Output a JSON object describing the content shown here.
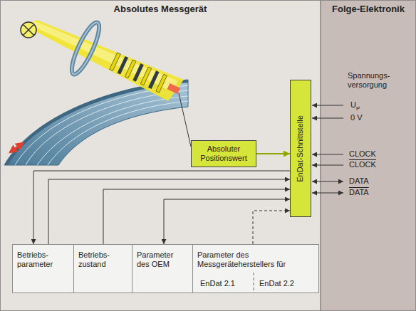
{
  "diagram": {
    "nodes": [
      {
        "text": [
          "Absolutes Messgerät"
        ]
      },
      {
        "text": [
          "Folge-Elektronik"
        ]
      },
      {
        "text": [
          "Absoluter Positionswert"
        ],
        "in": 0
      },
      {
        "text": [
          "EnDat-Schnittstelle"
        ],
        "in": 0
      },
      {
        "text": [
          "Betriebs- parameter"
        ],
        "in": 0
      },
      {
        "text": [
          "Betriebs- zustand"
        ],
        "in": 0
      },
      {
        "text": [
          "Parameter des OEM"
        ],
        "in": 0
      },
      {
        "text": [
          "Parameter des Messgeräteherstellers für",
          "EnDat 2.1",
          "EnDat 2.2"
        ],
        "in": 0
      }
    ],
    "edges": [
      {
        "from": 3,
        "to": 4,
        "arrow": "to"
      },
      {
        "from": 4,
        "to": 3,
        "arrow": "to"
      },
      {
        "from": 5,
        "to": 3,
        "arrow": "to"
      },
      {
        "from": 6,
        "to": 3,
        "arrow": "both"
      },
      {
        "from": 7,
        "to": 3,
        "arrow": "to"
      },
      {
        "from": 2,
        "to": 3,
        "arrow": "to"
      }
    ],
    "labels": [
      "Spannungs- versorgung",
      "U",
      "P",
      "0 V",
      "CLOCK",
      "CLOCK",
      "DATA",
      "DATA"
    ]
  }
}
